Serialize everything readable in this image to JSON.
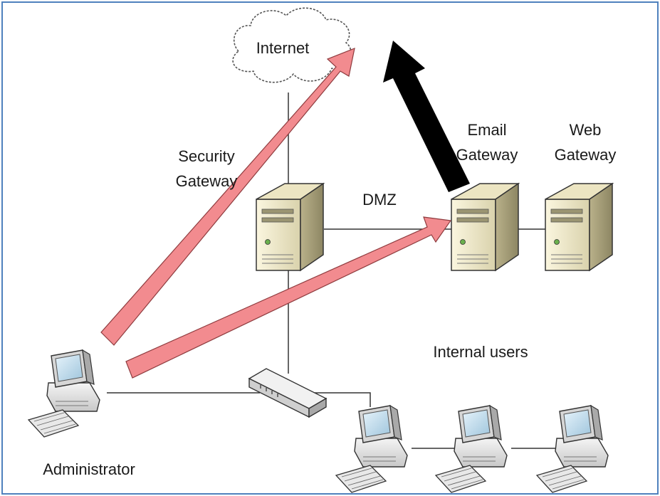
{
  "labels": {
    "internet": "Internet",
    "security_gateway": [
      "Security",
      "Gateway"
    ],
    "dmz": "DMZ",
    "email_gateway": [
      "Email",
      "Gateway"
    ],
    "web_gateway": [
      "Web",
      "Gateway"
    ],
    "internal_users": "Internal users",
    "administrator": "Administrator"
  },
  "colors": {
    "border": "#4f81bd",
    "red_arrow": "#f28b8f",
    "red_arrow_stroke": "#8e3b3e",
    "black_arrow": "#000000",
    "line": "#333333"
  }
}
